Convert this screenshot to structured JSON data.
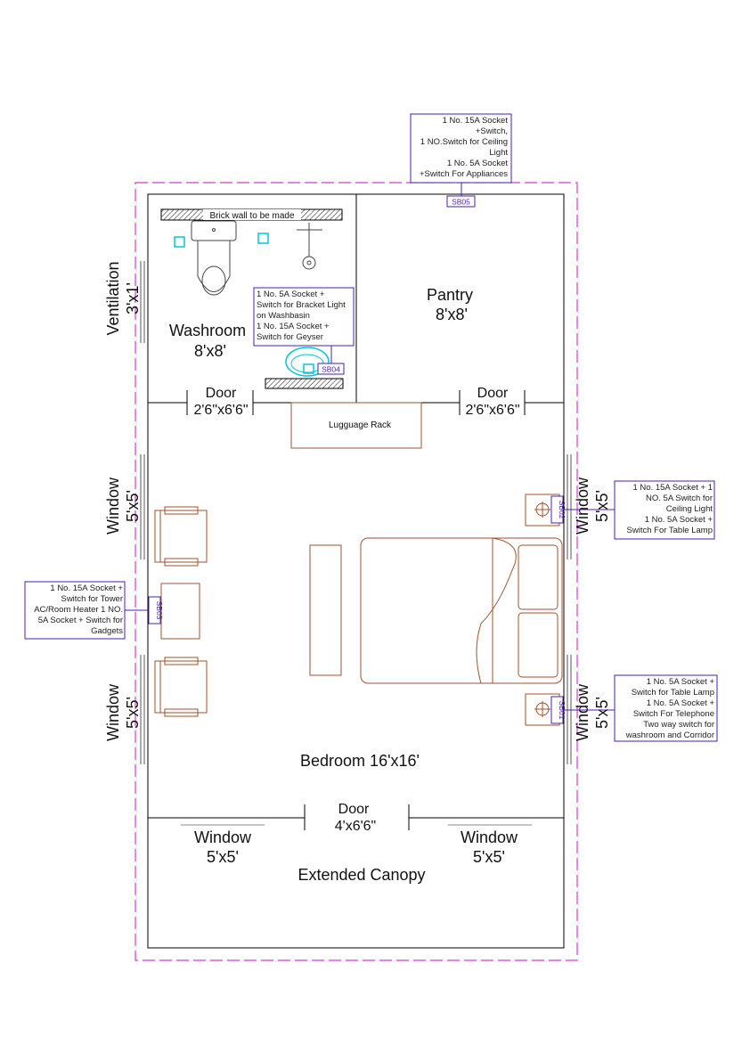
{
  "rooms": {
    "washroom": {
      "name": "Washroom",
      "size": "8'x8'"
    },
    "pantry": {
      "name": "Pantry",
      "size": "8'x8'"
    },
    "bedroom": {
      "name": "Bedroom 16'x16'"
    },
    "canopy": {
      "name": "Extended Canopy"
    }
  },
  "labels": {
    "brick_wall": "Brick wall to be made",
    "luggage_rack": "Lugguage Rack",
    "ventilation": "Ventilation",
    "ventilation_size": "3'x1'",
    "door": "Door",
    "door_size_small": "2'6\"x6'6\"",
    "door_size_main": "4'x6'6\"",
    "window": "Window",
    "window_size": "5'x5'"
  },
  "switchboards": {
    "sb01": {
      "tag": "SB01",
      "lines": [
        "1 No. 5A Socket +",
        "Switch for Table Lamp",
        "1 No. 5A Socket +",
        "Switch For Telephone",
        "Two way switch for",
        "washroom and Corridor"
      ]
    },
    "sb02": {
      "tag": "SB02",
      "lines": [
        "1 No. 15A Socket + 1",
        "NO. 5A Switch for",
        "Ceiling Light",
        "1 No. 5A Socket +",
        "Switch For Table Lamp"
      ]
    },
    "sb03": {
      "tag": "SB03",
      "lines": [
        "1 No. 15A Socket +",
        "Switch for Tower",
        "AC/Room Heater 1 NO.",
        "5A Socket + Switch for",
        "Gadgets"
      ]
    },
    "sb04": {
      "tag": "SB04",
      "lines": [
        "1 No. 5A Socket +",
        "Switch for Bracket Light",
        "on Washbasin",
        "1 No. 15A Socket +",
        "Switch for Geyser"
      ]
    },
    "sb05": {
      "tag": "SB05",
      "lines": [
        "1 No. 15A Socket",
        "+Switch,",
        "1 NO.Switch for Ceiling",
        "Light",
        "1 No. 5A Socket",
        "+Switch For Appliances"
      ]
    }
  },
  "colors": {
    "wall": "#000000",
    "furniture": "#a0522d",
    "annotation": "#4b1fb0",
    "dashed_boundary": "#d63ad6",
    "fixture": "#00c8d8"
  }
}
